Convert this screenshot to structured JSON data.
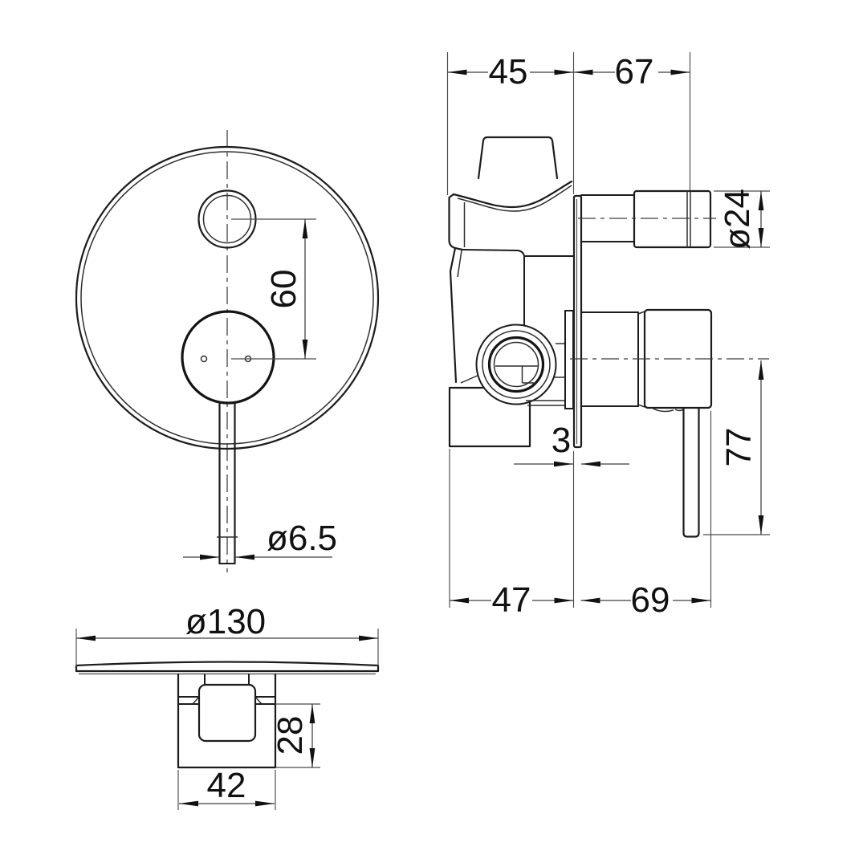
{
  "dims": {
    "front_hole_spacing": "60",
    "front_lever_diameter": "ø6.5",
    "side_top_front": "45",
    "side_top_rear": "67",
    "side_button_diameter": "ø24",
    "side_plate_thickness": "3",
    "side_lever_length": "77",
    "side_bottom_front": "47",
    "side_bottom_rear": "69",
    "bottom_plate_diameter": "ø130",
    "bottom_body_height": "28",
    "bottom_body_width": "42"
  },
  "colors": {
    "line": "#1c1c1c",
    "thin_line": "#4a4a4a",
    "background": "#ffffff"
  }
}
